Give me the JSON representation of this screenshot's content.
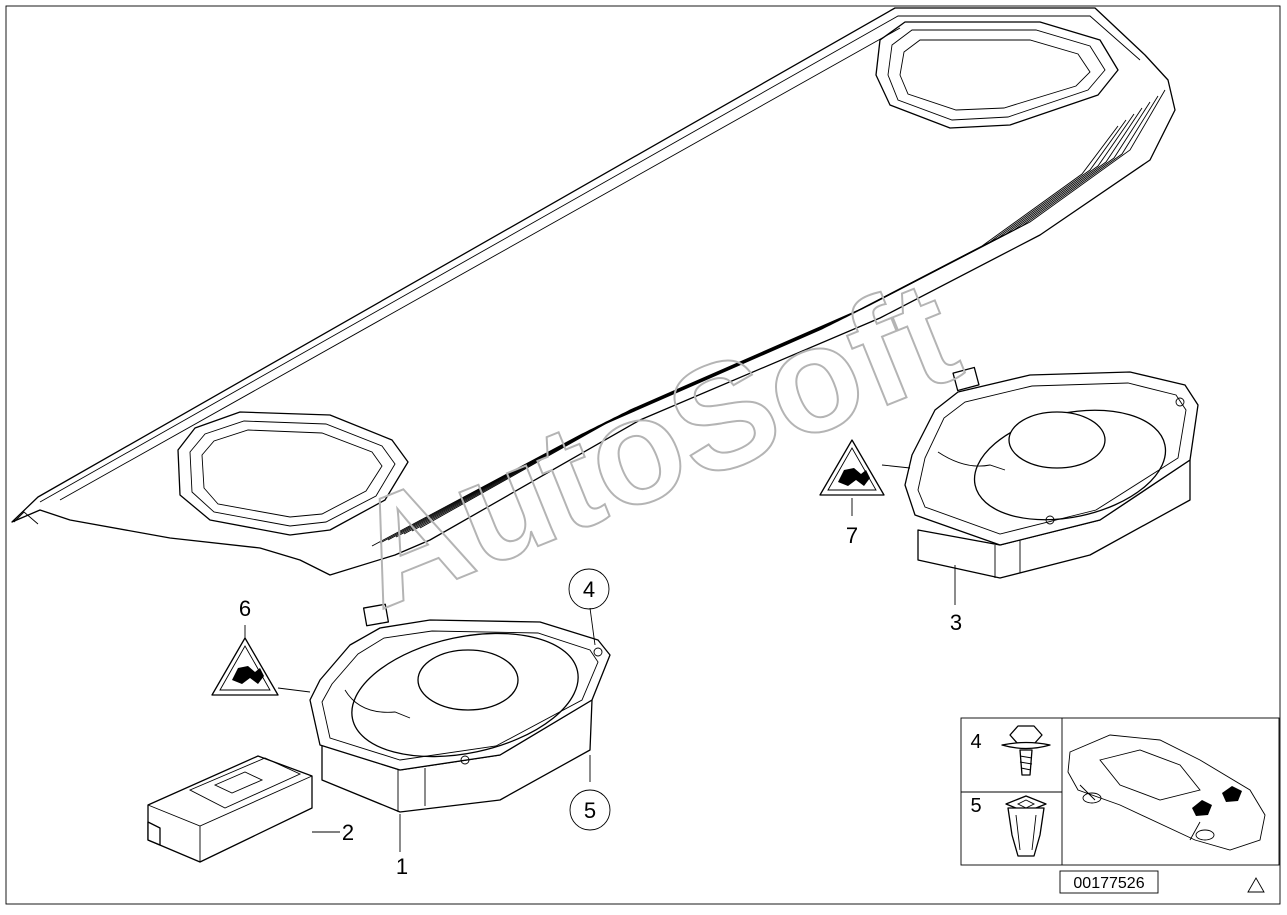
{
  "callouts": {
    "c1": "1",
    "c2": "2",
    "c3": "3",
    "c4": "4",
    "c5": "5",
    "c6": "6",
    "c7": "7"
  },
  "inset": {
    "label_4": "4",
    "label_5": "5"
  },
  "diagram_number": "00177526",
  "watermark": "AutoSoft",
  "colors": {
    "line": "#000000",
    "background": "#ffffff",
    "watermark": "#b4b4b4"
  }
}
